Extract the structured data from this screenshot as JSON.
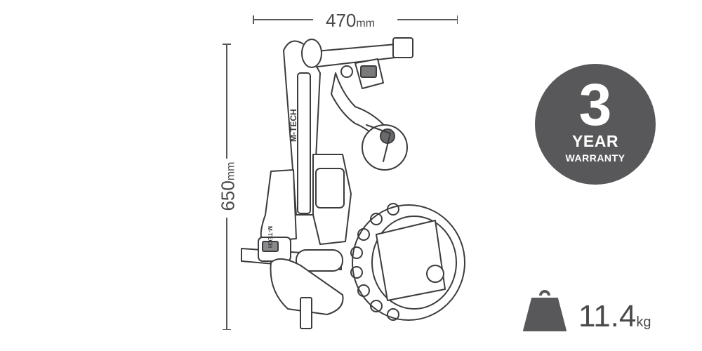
{
  "dimensions": {
    "width_value": "470",
    "width_unit": "mm",
    "height_value": "650",
    "height_unit": "mm"
  },
  "product": {
    "brand_label": "M-TECH"
  },
  "warranty": {
    "number": "3",
    "line1": "YEAR",
    "line2": "WARRANTY"
  },
  "weight": {
    "value": "11.4",
    "unit": "kg",
    "icon": "weight-icon"
  },
  "colors": {
    "badge": "#58585a",
    "text": "#4a4a4c",
    "line": "#58585a"
  }
}
